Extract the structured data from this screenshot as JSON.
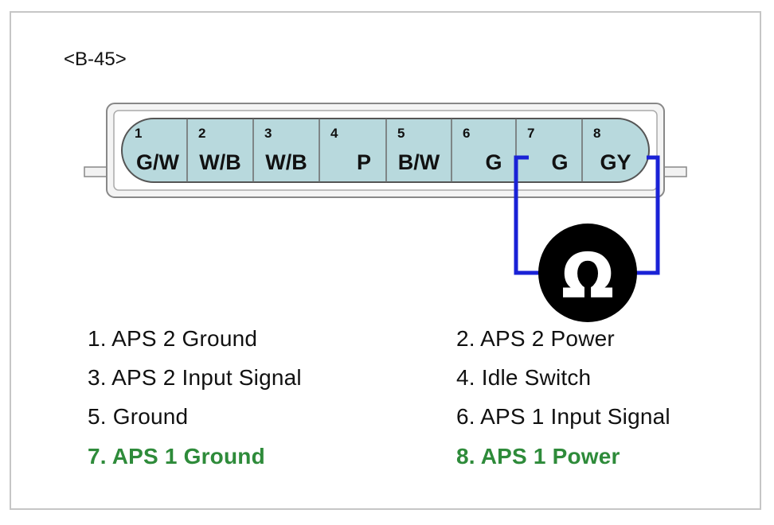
{
  "connector": {
    "id": "<B-45>",
    "pins": [
      {
        "number": "1",
        "color_code": "G/W"
      },
      {
        "number": "2",
        "color_code": "W/B"
      },
      {
        "number": "3",
        "color_code": "W/B"
      },
      {
        "number": "4",
        "color_code": "P"
      },
      {
        "number": "5",
        "color_code": "B/W"
      },
      {
        "number": "6",
        "color_code": "G"
      },
      {
        "number": "7",
        "color_code": "G"
      },
      {
        "number": "8",
        "color_code": "GY"
      }
    ]
  },
  "meter": {
    "symbol": "Ω",
    "probe_pins": [
      "7",
      "8"
    ],
    "wire_color": "#1a22d6"
  },
  "legend": [
    {
      "text": "1. APS 2 Ground",
      "highlight": false
    },
    {
      "text": "2. APS 2 Power",
      "highlight": false
    },
    {
      "text": "3. APS 2 Input Signal",
      "highlight": false
    },
    {
      "text": "4. Idle Switch",
      "highlight": false
    },
    {
      "text": "5. Ground",
      "highlight": false
    },
    {
      "text": "6. APS 1 Input Signal",
      "highlight": false
    },
    {
      "text": "7. APS 1 Ground",
      "highlight": true
    },
    {
      "text": "8. APS 1 Power",
      "highlight": true
    }
  ],
  "colors": {
    "highlight": "#2e8b3a",
    "pin_fill": "#b8d9dd",
    "text": "#111111"
  }
}
